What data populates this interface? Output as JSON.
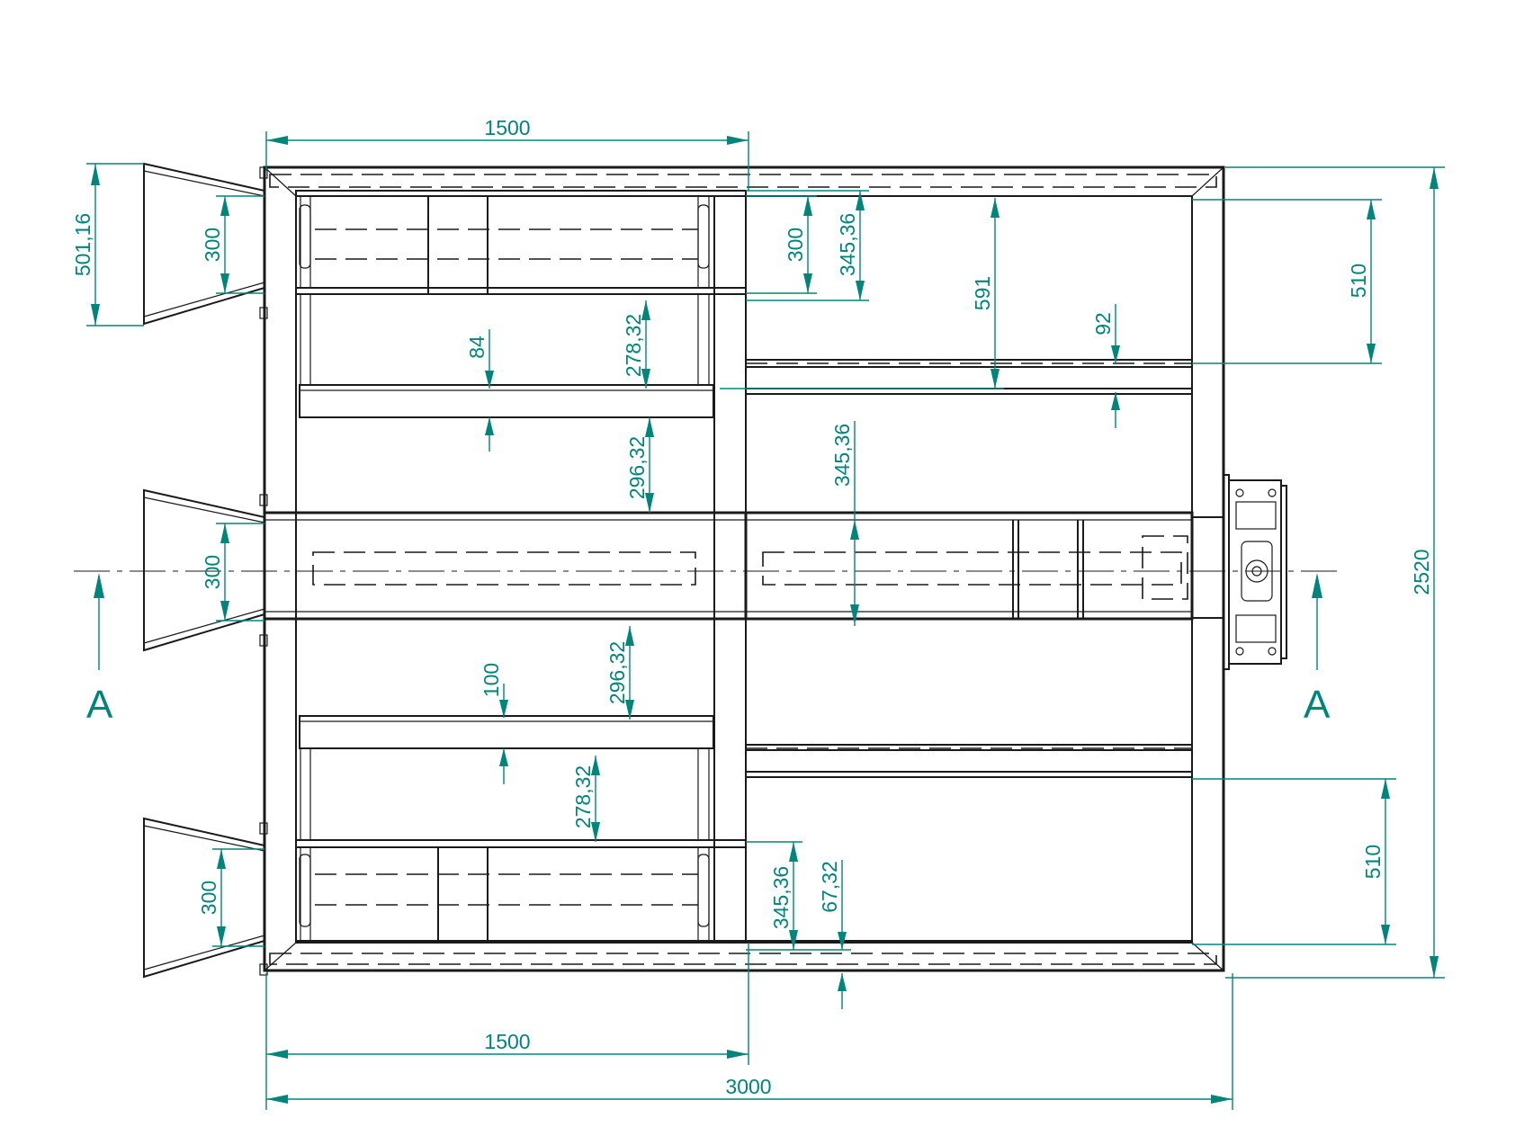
{
  "dimensions": {
    "top_half_width": "1500",
    "bottom_half_width": "1500",
    "total_width": "3000",
    "total_height": "2520",
    "hopper_height": "501,16",
    "hopper_top_300": "300",
    "hopper_mid_300": "300",
    "hopper_bot_300": "300",
    "top_right_300": "300",
    "top_right_345": "345,36",
    "upper_278": "278,32",
    "upper_84": "84",
    "upper_296": "296,32",
    "mid_345": "345,36",
    "top_591": "591",
    "top_92": "92",
    "right_top_510": "510",
    "right_bot_510": "510",
    "lower_296": "296,32",
    "lower_100": "100",
    "lower_278": "278,32",
    "bot_345": "345,36",
    "bot_67": "67,32"
  },
  "section": {
    "left": "A",
    "right": "A"
  },
  "colors": {
    "dimension": "#00857a",
    "outline": "#1a1a1a"
  }
}
